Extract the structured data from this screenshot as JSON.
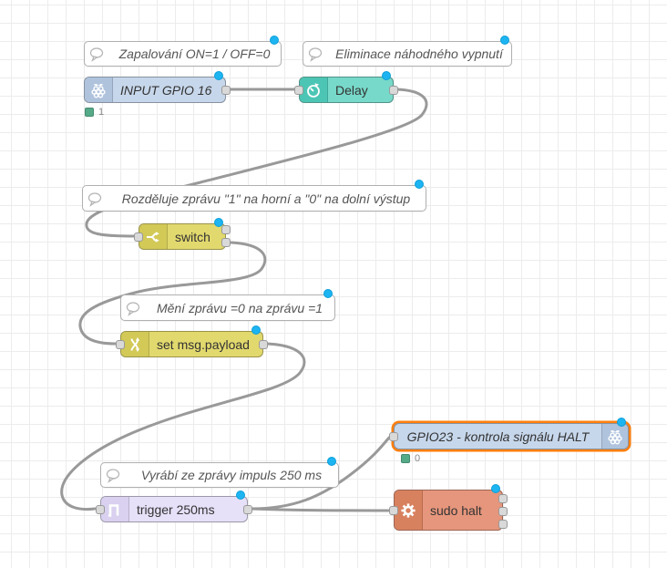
{
  "theme": {
    "grid_line": "#ececec",
    "wire": "#999999",
    "port_fill": "#d9d9d9",
    "port_border": "#999999",
    "changed_dot": "#1db4f2",
    "changed_dot_border": "#0d9fd8",
    "status_green": "#55aa88",
    "selected_border": "#ff7f0e",
    "comment_bg": "#ffffff",
    "comment_border": "#b0b0b0",
    "comment_text": "#555555",
    "node_text": "#333333"
  },
  "comments": [
    {
      "label": "Zapalování ON=1 / OFF=0"
    },
    {
      "label": "Eliminace náhodného vypnutí"
    },
    {
      "label": "Rozděluje zprávu \"1\" na horní a \"0\" na dolní výstup"
    },
    {
      "label": "Mění zprávu =0 na zprávu =1"
    },
    {
      "label": "Vyrábí ze zprávy impuls 250 ms"
    }
  ],
  "nodes": [
    {
      "label": "INPUT GPIO 16",
      "type": "rpi-gpio-in",
      "icon": "raspberry-pi-icon",
      "color": "#c7d7eb",
      "icon_color": "#afc3dd",
      "status_text": "1"
    },
    {
      "label": "Delay",
      "type": "delay",
      "icon": "timer-icon",
      "color": "#77d9c9",
      "icon_color": "#4cc5b4"
    },
    {
      "label": "switch",
      "type": "switch",
      "icon": "split-arrows-icon",
      "color": "#e2d96e",
      "icon_color": "#d2c957"
    },
    {
      "label": "set msg.payload",
      "type": "change",
      "icon": "shuffle-arrows-icon",
      "color": "#e2d96e",
      "icon_color": "#d2c957"
    },
    {
      "label": "trigger 250ms",
      "type": "trigger",
      "icon": "square-wave-icon",
      "color": "#e6e0f8",
      "icon_color": "#d9d1ef"
    },
    {
      "label": "GPIO23 - kontrola signálu HALT",
      "type": "rpi-gpio-out",
      "icon": "raspberry-pi-icon",
      "color": "#c7d7eb",
      "icon_color": "#afc3dd",
      "status_text": "0",
      "selected": true
    },
    {
      "label": "sudo halt",
      "type": "exec",
      "icon": "gear-icon",
      "color": "#e6967c",
      "icon_color": "#d8815f"
    }
  ]
}
